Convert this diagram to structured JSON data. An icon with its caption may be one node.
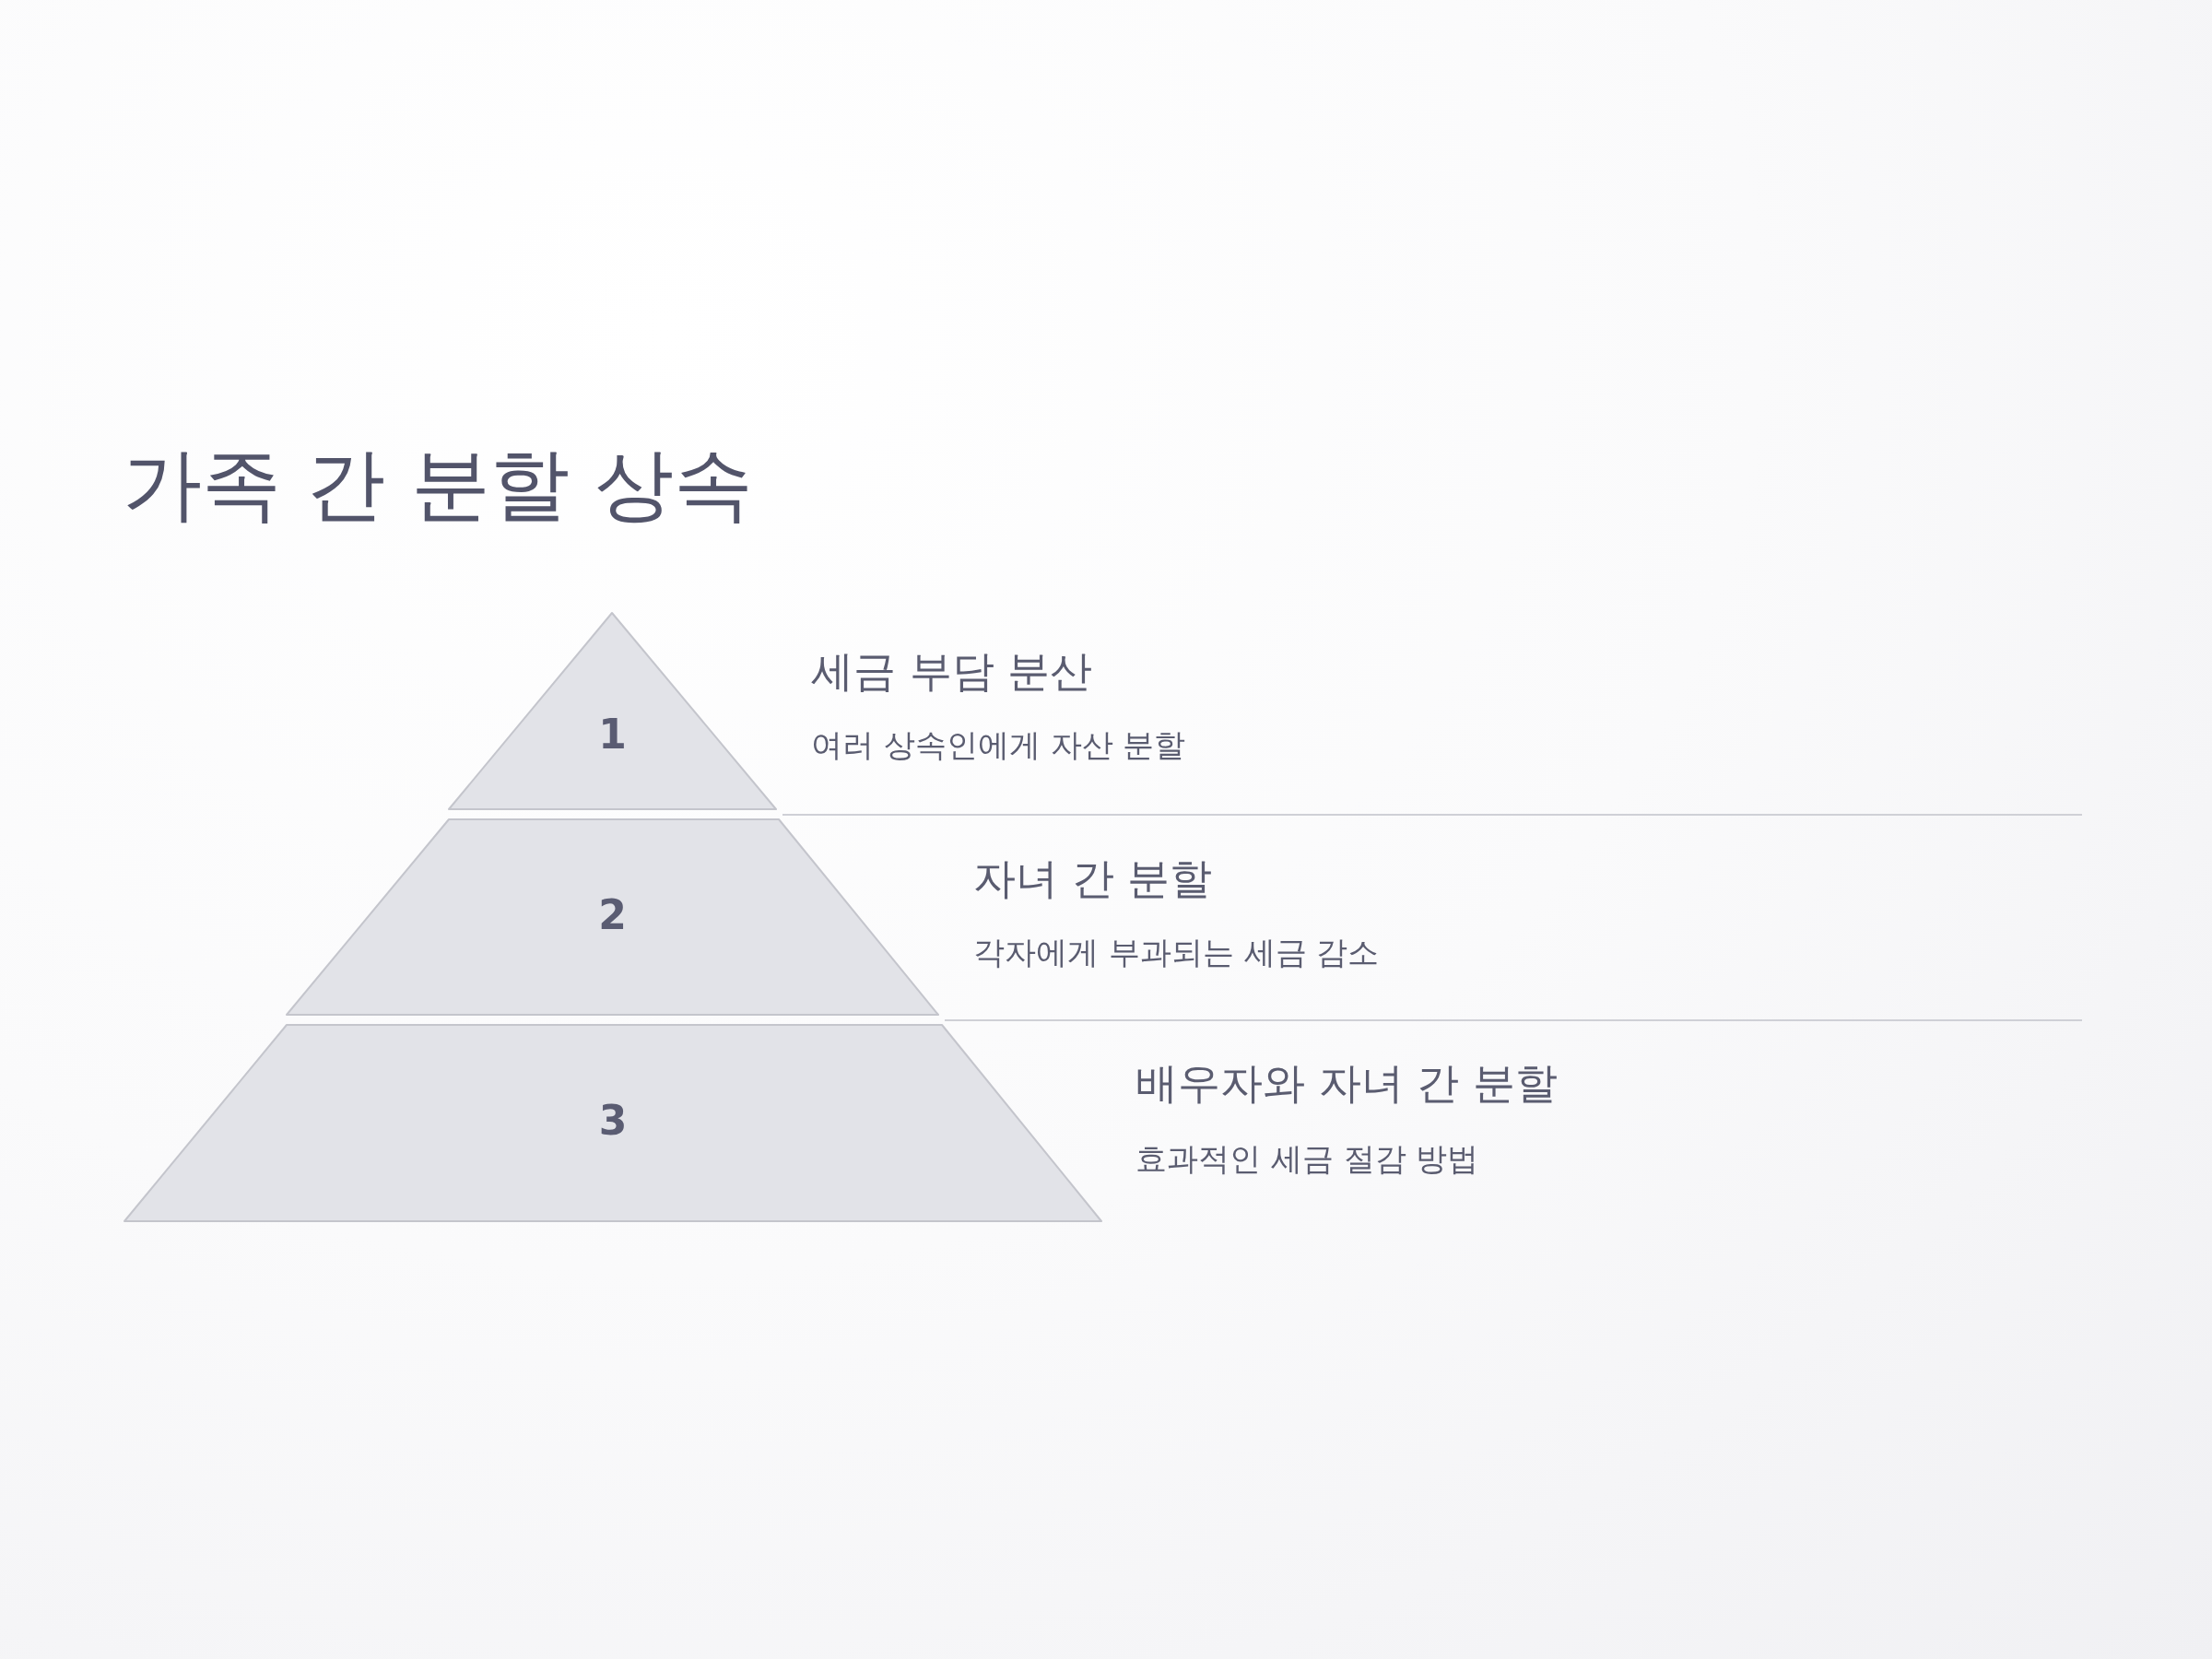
{
  "diagram": {
    "title": "가족 간 분할 상속",
    "nodes": [
      {
        "text": [
          "1"
        ],
        "beside": [
          "세금 부담 분산",
          "여러 상속인에게 자산 분할"
        ]
      },
      {
        "text": [
          "2"
        ],
        "beside": [
          "자녀 간 분할",
          "각자에게 부과되는 세금 감소"
        ]
      },
      {
        "text": [
          "3"
        ],
        "beside": [
          "배우자와 자녀 간 분할",
          "효과적인 세금 절감 방법"
        ]
      }
    ]
  }
}
